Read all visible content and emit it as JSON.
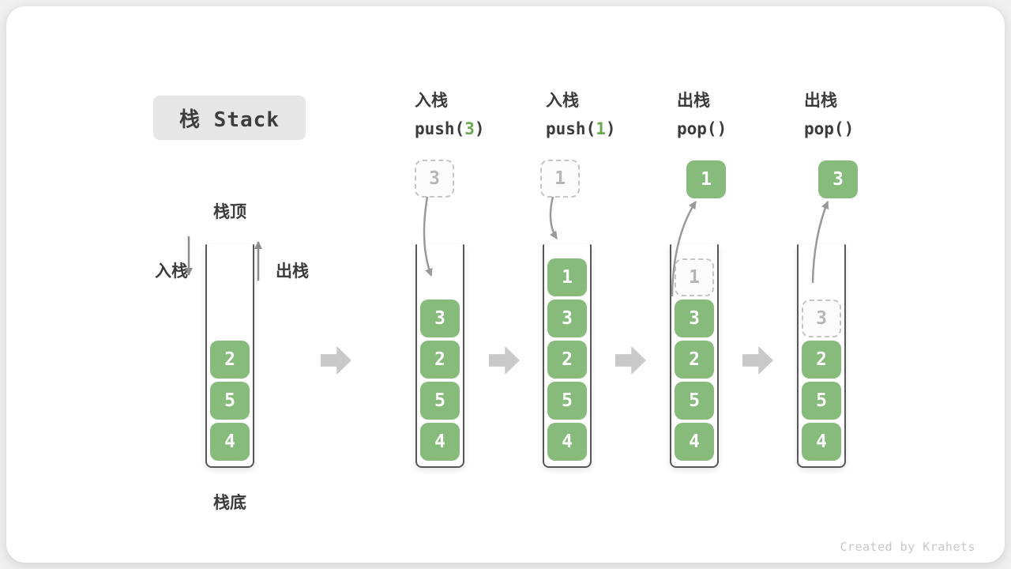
{
  "title": "栈 Stack",
  "watermark": "Created by Krahets",
  "side_labels": {
    "stack_top": "栈顶",
    "stack_bottom": "栈底",
    "push_direction": "入栈",
    "pop_direction": "出栈"
  },
  "stages": [
    {
      "name": "initial",
      "stack": [
        {
          "value": "2"
        },
        {
          "value": "5"
        },
        {
          "value": "4"
        }
      ]
    },
    {
      "name": "push-3",
      "op_label": "入栈",
      "code_pre": "push(",
      "code_arg": "3",
      "code_post": ")",
      "floating_value": "3",
      "stack": [
        {
          "value": "3"
        },
        {
          "value": "2"
        },
        {
          "value": "5"
        },
        {
          "value": "4"
        }
      ]
    },
    {
      "name": "push-1",
      "op_label": "入栈",
      "code_pre": "push(",
      "code_arg": "1",
      "code_post": ")",
      "floating_value": "1",
      "stack": [
        {
          "value": "1"
        },
        {
          "value": "3"
        },
        {
          "value": "2"
        },
        {
          "value": "5"
        },
        {
          "value": "4"
        }
      ]
    },
    {
      "name": "pop-1",
      "op_label": "出栈",
      "code_pre": "pop(",
      "code_arg": "",
      "code_post": ")",
      "floating_value": "1",
      "stack": [
        {
          "value": "1",
          "ghost": true
        },
        {
          "value": "3"
        },
        {
          "value": "2"
        },
        {
          "value": "5"
        },
        {
          "value": "4"
        }
      ]
    },
    {
      "name": "pop-3",
      "op_label": "出栈",
      "code_pre": "pop(",
      "code_arg": "",
      "code_post": ")",
      "floating_value": "3",
      "stack": [
        {
          "value": "3",
          "ghost": true
        },
        {
          "value": "2"
        },
        {
          "value": "5"
        },
        {
          "value": "4"
        }
      ]
    }
  ],
  "colors": {
    "item_green": "#87bb7b",
    "code_green": "#6aa84f",
    "container_border": "#575757",
    "ghost_border": "#c5c5c5",
    "flow_arrow": "#c9c9c9",
    "curve_arrow": "#999999",
    "text_dark": "#3b3b3b",
    "watermark": "#c8c8c8",
    "title_bg": "#e6e6e6"
  }
}
